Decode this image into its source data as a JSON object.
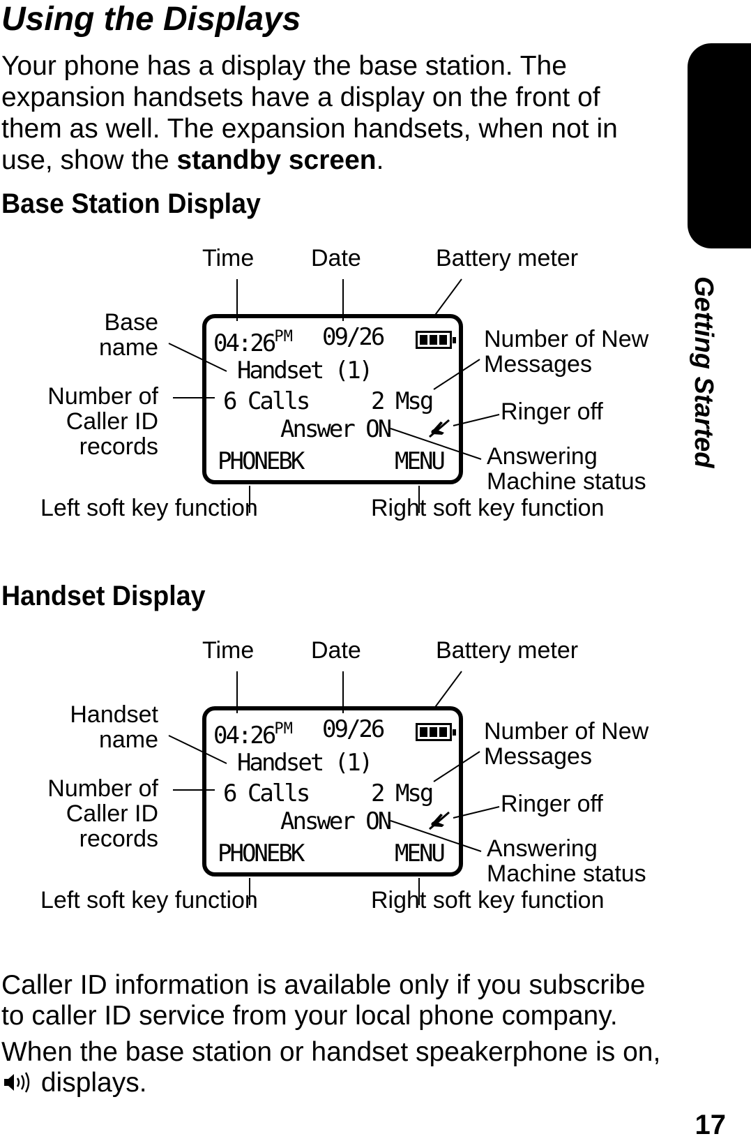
{
  "page": {
    "title": "Using the Displays",
    "intro_part1": "Your phone has a display the base station. The expansion handsets have a display on the front of them as well. The expansion handsets, when not in use, show the ",
    "intro_bold": "standby screen",
    "intro_end": ".",
    "side_tab": "Getting Started",
    "page_number": "17"
  },
  "base_section": {
    "heading": "Base Station Display",
    "labels": {
      "time": "Time",
      "date": "Date",
      "battery": "Battery meter",
      "name_line1": "Base",
      "name_line2": "name",
      "callerid_line1": "Number of",
      "callerid_line2": "Caller ID",
      "callerid_line3": "records",
      "newmsg_line1": "Number of New",
      "newmsg_line2": "Messages",
      "ringer": "Ringer off",
      "answering_line1": "Answering",
      "answering_line2": "Machine status",
      "left_soft": "Left soft key function",
      "right_soft": "Right soft key function"
    },
    "screen": {
      "time": "04:26",
      "ampm": "PM",
      "date": "09/26",
      "name": "Handset (1)",
      "calls": "6 Calls",
      "msgs": "2 Msg",
      "answer": "Answer ON",
      "left_key": "PHONEBK",
      "right_key": "MENU"
    }
  },
  "handset_section": {
    "heading": "Handset Display",
    "labels": {
      "time": "Time",
      "date": "Date",
      "battery": "Battery meter",
      "name_line1": "Handset",
      "name_line2": "name",
      "callerid_line1": "Number of",
      "callerid_line2": "Caller ID",
      "callerid_line3": "records",
      "newmsg_line1": "Number of New",
      "newmsg_line2": "Messages",
      "ringer": "Ringer off",
      "answering_line1": "Answering",
      "answering_line2": "Machine status",
      "left_soft": "Left soft key function",
      "right_soft": "Right soft key function"
    },
    "screen": {
      "time": "04:26",
      "ampm": "PM",
      "date": "09/26",
      "name": "Handset (1)",
      "calls": "6 Calls",
      "msgs": "2 Msg",
      "answer": "Answer ON",
      "left_key": "PHONEBK",
      "right_key": "MENU"
    }
  },
  "outro": {
    "para1": "Caller ID information is available only if you subscribe to caller ID service from your local phone company.",
    "para2_start": "When the base station or handset speakerphone is on,",
    "para2_end": "displays."
  },
  "icons": {
    "battery": "battery-full-icon",
    "ringer": "ringer-off-icon",
    "speaker": "speakerphone-icon"
  }
}
